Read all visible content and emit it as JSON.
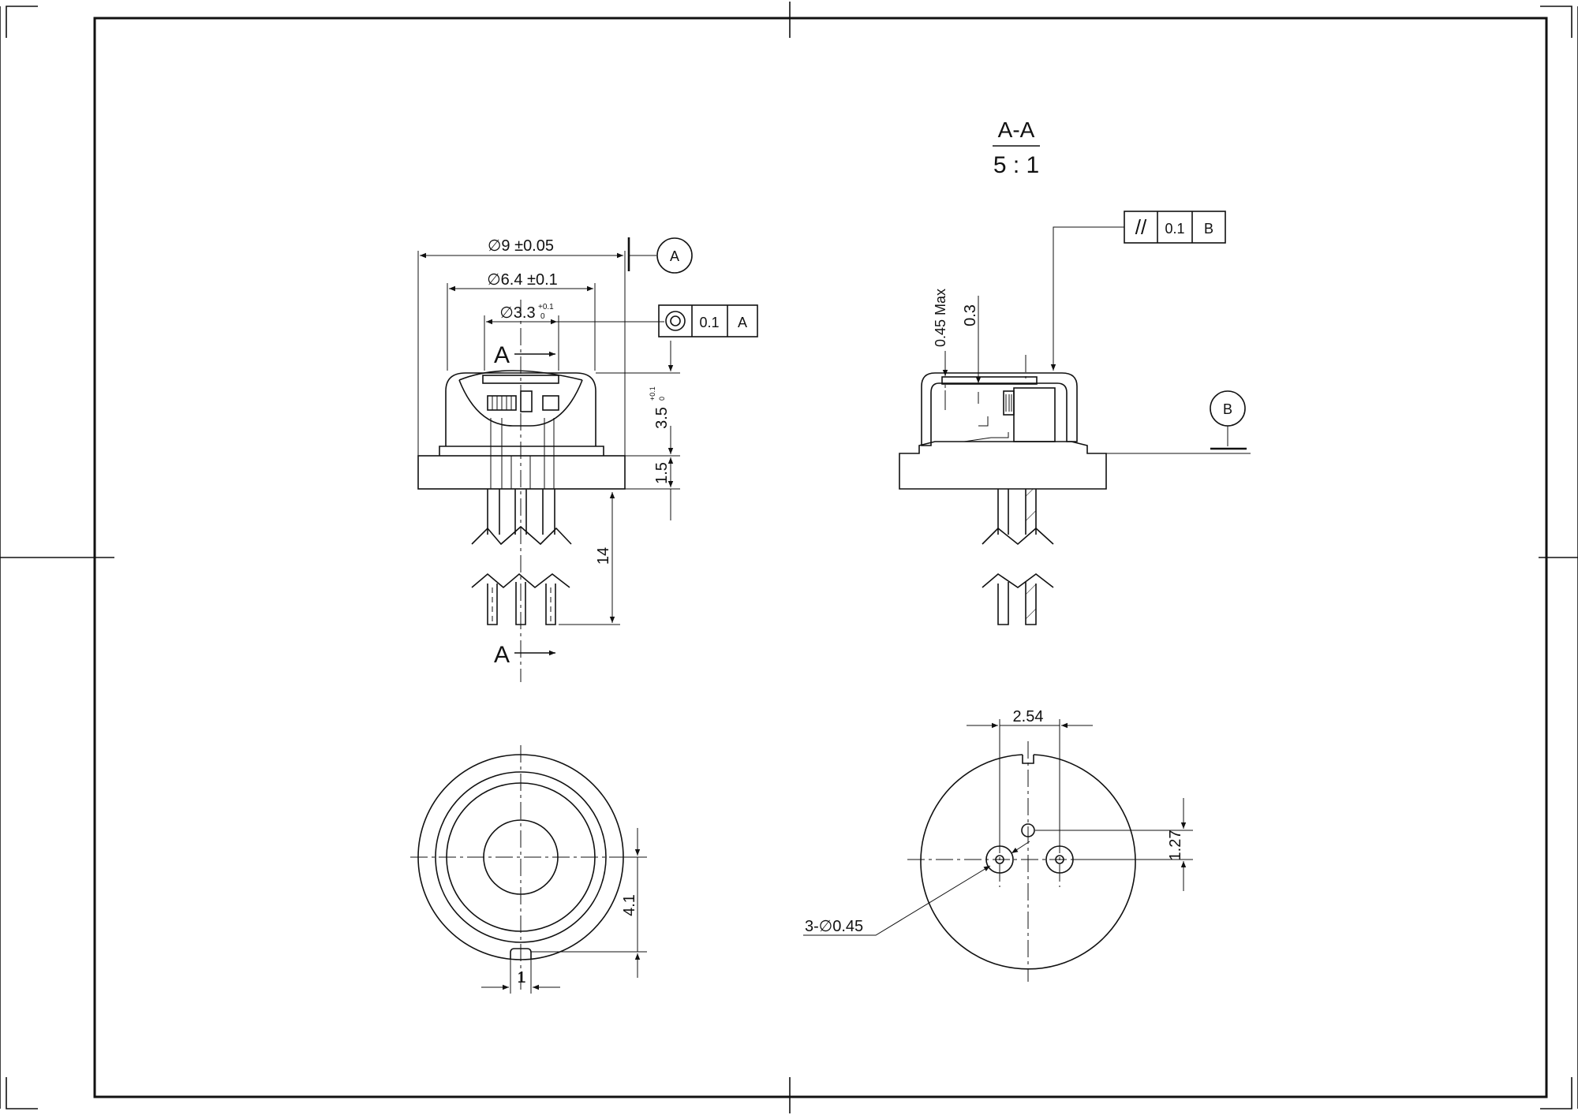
{
  "section": {
    "title": "A-A",
    "scale": "5 : 1"
  },
  "datums": {
    "a": "A",
    "b": "B"
  },
  "section_marks": {
    "top": "A",
    "bottom": "A"
  },
  "dimensions": {
    "outer_diameter": "∅9 ±0.05",
    "flange_diameter": "∅6.4 ±0.1",
    "window_diameter": "∅3.3",
    "window_tol_upper": "+0.1",
    "window_tol_lower": "0",
    "cap_height": "3.5",
    "cap_tol_upper": "+0.1",
    "cap_tol_lower": "0",
    "base_thickness": "1.5",
    "lead_length": "14",
    "notch_depth": "4.1",
    "notch_width": "1",
    "pin_spacing": "2.54",
    "pin_offset": "1.27",
    "pin_diameter": "3-∅0.45",
    "window_thickness_max": "0.45 Max",
    "window_gap": "0.3"
  },
  "tolerances": {
    "concentricity": {
      "symbol": "◎",
      "value": "0.1",
      "datum": "A"
    },
    "parallelism": {
      "symbol": "//",
      "value": "0.1",
      "datum": "B"
    }
  }
}
